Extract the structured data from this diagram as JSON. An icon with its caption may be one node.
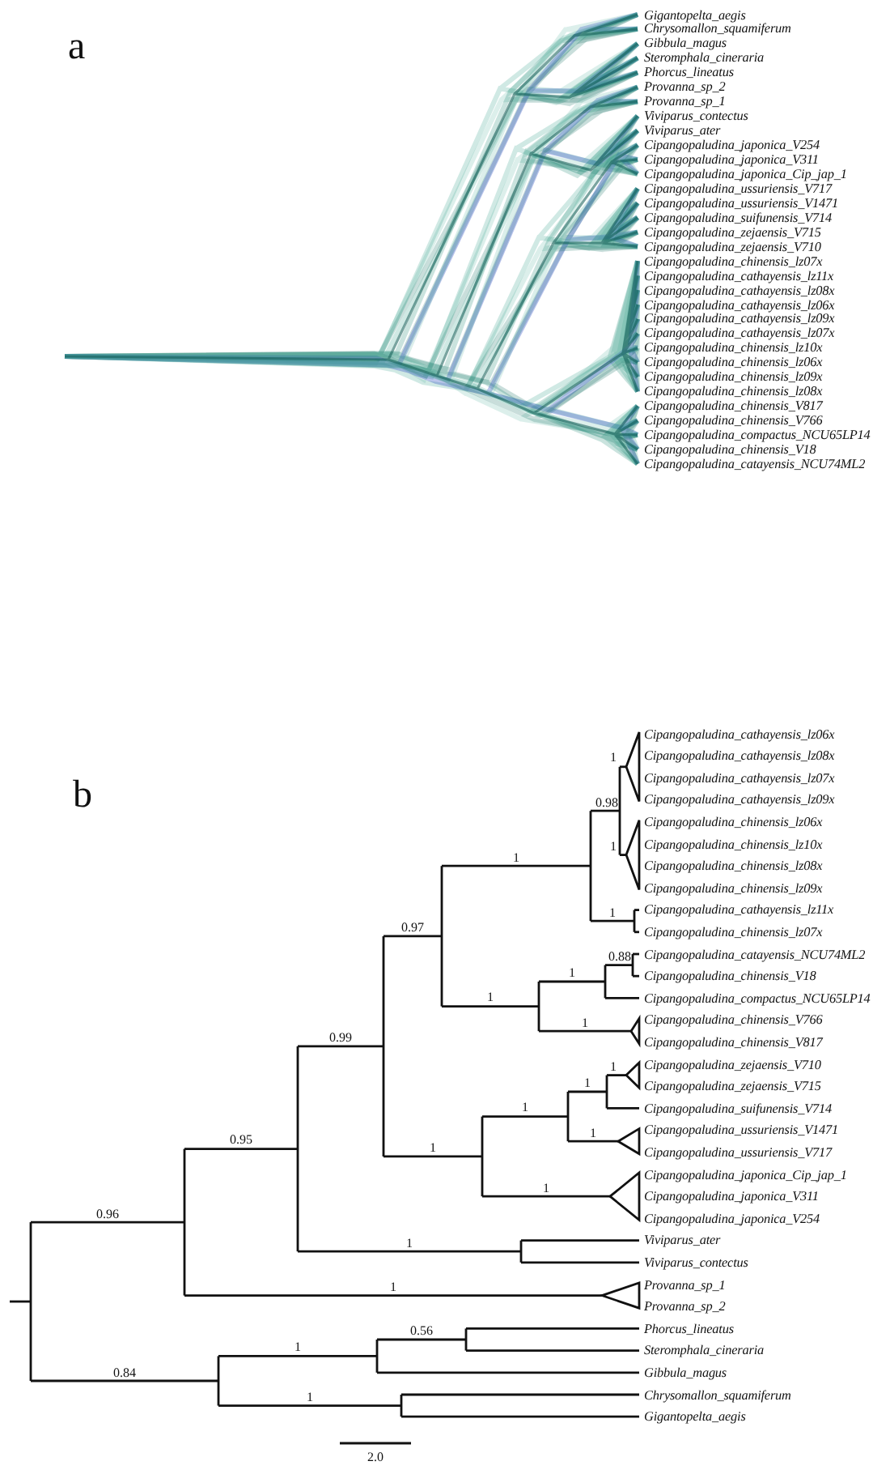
{
  "diagram": {
    "labels": [
      "a",
      "Gigantopelta_aegis",
      "Chrysomallon_squamiferum",
      "Gibbula_magus",
      "Steromphala_cineraria",
      "Phorcus_lineatus",
      "Provanna_sp_2",
      "Provanna_sp_1",
      "Viviparus_contectus",
      "Viviparus_ater",
      "Cipangopaludina_japonica_V254",
      "Cipangopaludina_japonica_V311",
      "Cipangopaludina_japonica_Cip_jap_1",
      "Cipangopaludina_ussuriensis_V717",
      "Cipangopaludina_ussuriensis_V1471",
      "Cipangopaludina_suifunensis_V714",
      "Cipangopaludina_zejaensis_V715",
      "Cipangopaludina_zejaensis_V710",
      "Cipangopaludina_chinensis_lz07x",
      "Cipangopaludina_cathayensis_lz11x",
      "Cipangopaludina_cathayensis_lz08x",
      "Cipangopaludina_cathayensis_lz06x",
      "Cipangopaludina_cathayensis_lz09x",
      "Cipangopaludina_cathayensis_lz07x",
      "Cipangopaludina_chinensis_lz10x",
      "Cipangopaludina_chinensis_lz06x",
      "Cipangopaludina_chinensis_lz09x",
      "Cipangopaludina_chinensis_lz08x",
      "Cipangopaludina_chinensis_V817",
      "Cipangopaludina_chinensis_V766",
      "Cipangopaludina_compactus_NCU65LP14",
      "Cipangopaludina_chinensis_V18",
      "Cipangopaludina_catayensis_NCU74ML2",
      "b",
      "Cipangopaludina_cathayensis_lz06x",
      "Cipangopaludina_cathayensis_lz08x",
      "Cipangopaludina_cathayensis_lz07x",
      "Cipangopaludina_cathayensis_lz09x",
      "Cipangopaludina_chinensis_lz06x",
      "Cipangopaludina_chinensis_lz10x",
      "Cipangopaludina_chinensis_lz08x",
      "Cipangopaludina_chinensis_lz09x",
      "Cipangopaludina_cathayensis_lz11x",
      "Cipangopaludina_chinensis_lz07x",
      "Cipangopaludina_catayensis_NCU74ML2",
      "Cipangopaludina_chinensis_V18",
      "Cipangopaludina_compactus_NCU65LP14",
      "Cipangopaludina_chinensis_V766",
      "Cipangopaludina_chinensis_V817",
      "Cipangopaludina_zejaensis_V710",
      "Cipangopaludina_zejaensis_V715",
      "Cipangopaludina_suifunensis_V714",
      "Cipangopaludina_ussuriensis_V1471",
      "Cipangopaludina_ussuriensis_V717",
      "Cipangopaludina_japonica_Cip_jap_1",
      "Cipangopaludina_japonica_V311",
      "Cipangopaludina_japonica_V254",
      "Viviparus_ater",
      "Viviparus_contectus",
      "Provanna_sp_1",
      "Provanna_sp_2",
      "Phorcus_lineatus",
      "Steromphala_cineraria",
      "Gibbula_magus",
      "Chrysomallon_squamiferum",
      "Gigantopelta_aegis",
      "1",
      "0.98",
      "1",
      "1",
      "1",
      "0.97",
      "0.88",
      "1",
      "1",
      "1",
      "0.99",
      "1",
      "1",
      "1",
      "1",
      "0.95",
      "1",
      "1",
      "0.96",
      "1",
      "1",
      "0.56",
      "1",
      "0.84",
      "1",
      "2.0"
    ]
  }
}
